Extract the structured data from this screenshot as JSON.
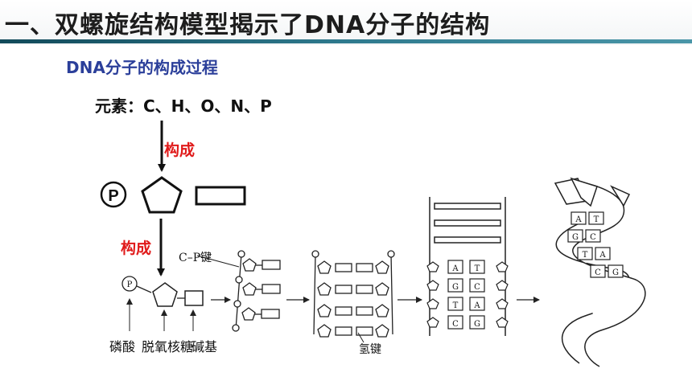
{
  "slide": {
    "title": "一、双螺旋结构模型揭示了DNA分子的结构",
    "subtitle": "DNA分子的构成过程",
    "elements": "元素：C、H、O、N、P",
    "compose_label_1": "构成",
    "compose_label_2": "构成",
    "phosphate_symbol": "P"
  },
  "diagram": {
    "small_phosphate": "P",
    "cp_bond_label": "C–P键",
    "hydrogen_bond_label": "氢键",
    "parts": [
      "磷酸",
      "脱氧核糖",
      "碱基"
    ],
    "base_pairs_ladder": [
      [
        "A",
        "T"
      ],
      [
        "G",
        "C"
      ],
      [
        "T",
        "A"
      ],
      [
        "C",
        "G"
      ]
    ],
    "base_pairs_helix": [
      [
        "A",
        "T"
      ],
      [
        "G",
        "C"
      ],
      [
        "T",
        "A"
      ],
      [
        "C",
        "G"
      ]
    ]
  }
}
